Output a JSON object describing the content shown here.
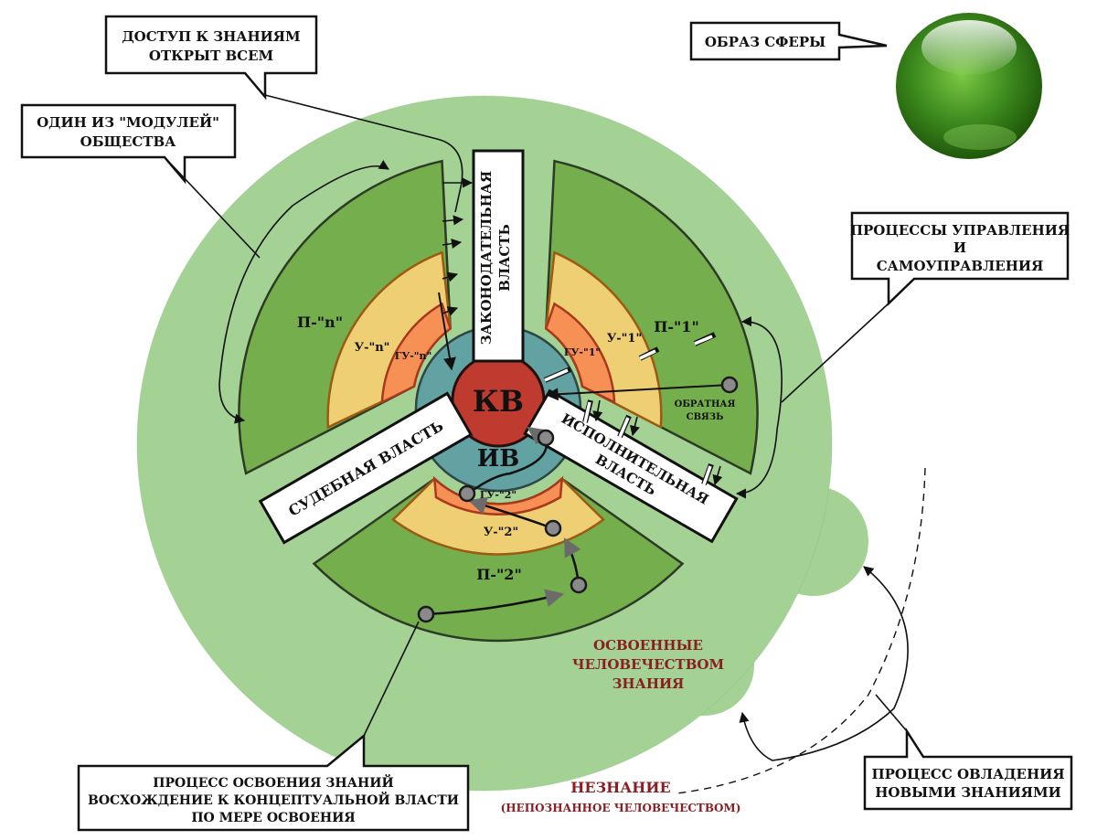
{
  "callouts": {
    "access_line1": "ДОСТУП К ЗНАНИЯМ",
    "access_line2": "ОТКРЫТ ВСЕМ",
    "module_line1": "ОДИН ИЗ \"МОДУЛЕЙ\"",
    "module_line2": "ОБЩЕСТВА",
    "sphere_image": "ОБРАЗ СФЕРЫ",
    "management_line1": "ПРОЦЕССЫ УПРАВЛЕНИЯ",
    "management_line2": "И",
    "management_line3": "САМОУПРАВЛЕНИЯ",
    "learning_line1": "ПРОЦЕСС ОСВОЕНИЯ ЗНАНИЙ",
    "learning_line2": "ВОСХОЖДЕНИЕ К КОНЦЕПТУАЛЬНОЙ ВЛАСТИ",
    "learning_line3": "ПО МЕРЕ ОСВОЕНИЯ",
    "mastery_line1": "ПРОЦЕСС ОВЛАДЕНИЯ",
    "mastery_line2": "НОВЫМИ ЗНАНИЯМИ"
  },
  "branches": {
    "legislative_line1": "ЗАКОНОДАТЕЛЬНАЯ",
    "legislative_line2": "ВЛАСТЬ",
    "executive_line1": "ИСПОЛНИТЕЛЬНАЯ",
    "executive_line2": "ВЛАСТЬ",
    "judicial": "СУДЕБНАЯ ВЛАСТЬ"
  },
  "center": {
    "kv": "КВ",
    "iv": "ИВ"
  },
  "sectors": {
    "n": {
      "p": "П-\"n\"",
      "u": "У-\"n\"",
      "gu": "ГУ-\"n\""
    },
    "one": {
      "p": "П-\"1\"",
      "u": "У-\"1\"",
      "gu": "ГУ-\"1\""
    },
    "two": {
      "p": "П-\"2\"",
      "u": "У-\"2\"",
      "gu": "ГУ-\"2\""
    }
  },
  "feedback_line1": "ОБРАТНАЯ",
  "feedback_line2": "СВЯЗЬ",
  "mastered_line1": "ОСВОЕННЫЕ",
  "mastered_line2": "ЧЕЛОВЕЧЕСТВОМ",
  "mastered_line3": "ЗНАНИЯ",
  "ignorance": "НЕЗНАНИЕ",
  "ignorance_note": "(НЕПОЗНАННОЕ ЧЕЛОВЕЧЕСТВОМ)",
  "colors": {
    "sphere_fill": "#a4d295",
    "dark_green": "#74ae4d",
    "yellow": "#eecf73",
    "orange": "#f79055",
    "teal": "#62a2a2",
    "red_core": "#bf3b30",
    "dark_red_text": "#8b1e22"
  }
}
